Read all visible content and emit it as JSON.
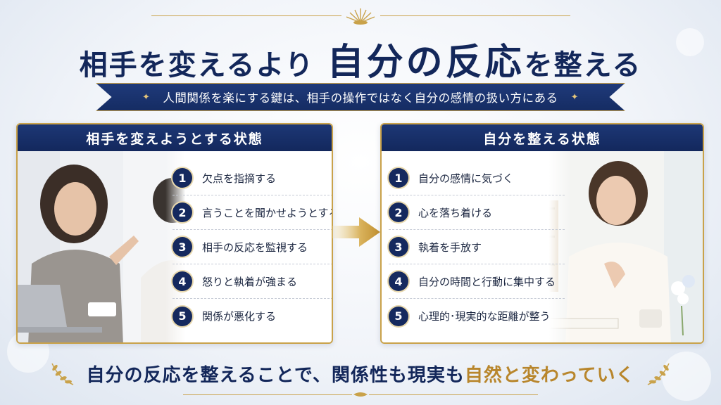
{
  "header": {
    "title_part1": "相手を変えるより",
    "title_part2": "自分の反応",
    "title_part3": "を整える",
    "subtitle": "人間関係を楽にする鍵は、相手の操作ではなく自分の感情の扱い方にある"
  },
  "left_panel": {
    "heading": "相手を変えようとする状態",
    "items": [
      {
        "num": "1",
        "text": "欠点を指摘する"
      },
      {
        "num": "2",
        "text": "言うことを聞かせようとする"
      },
      {
        "num": "3",
        "text": "相手の反応を監視する"
      },
      {
        "num": "4",
        "text": "怒りと執着が強まる"
      },
      {
        "num": "5",
        "text": "関係が悪化する"
      }
    ]
  },
  "right_panel": {
    "heading": "自分を整える状態",
    "items": [
      {
        "num": "1",
        "text": "自分の感情に気づく"
      },
      {
        "num": "2",
        "text": "心を落ち着ける"
      },
      {
        "num": "3",
        "text": "執着を手放す"
      },
      {
        "num": "4",
        "text": "自分の時間と行動に集中する"
      },
      {
        "num": "5",
        "text": "心理的･現実的な距離が整う"
      }
    ]
  },
  "footer": {
    "text_main": "自分の反応を整えることで、関係性も現実も",
    "text_highlight": "自然と変わっていく"
  },
  "colors": {
    "navy": "#13275a",
    "gold": "#c9a24a",
    "highlight_gold": "#b8862c"
  }
}
